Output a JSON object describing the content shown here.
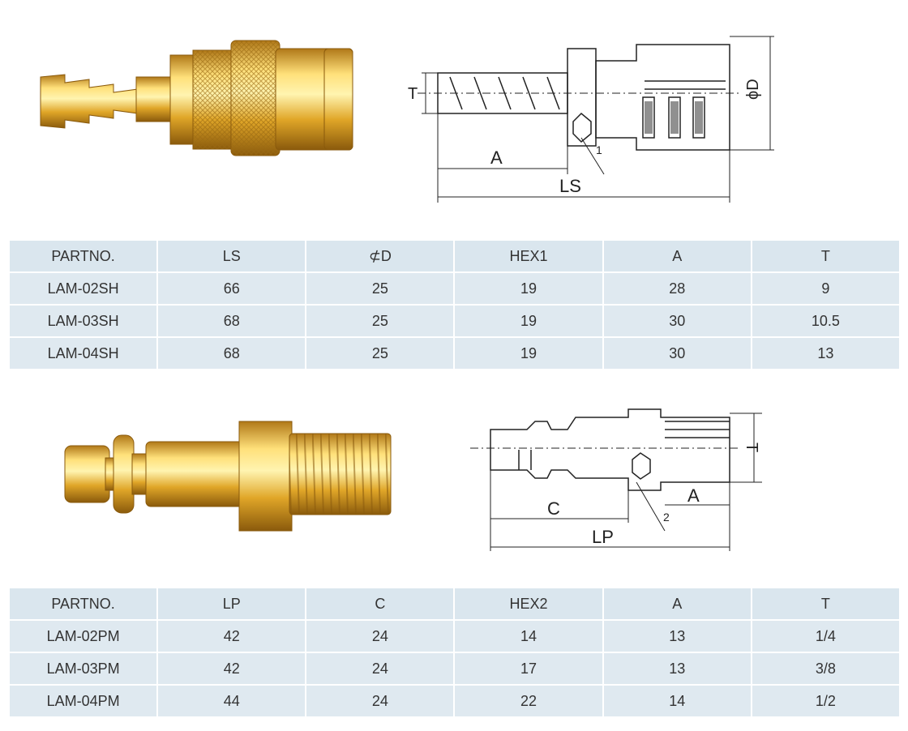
{
  "socket": {
    "diagram_labels": {
      "t": "T",
      "d": "ϕD",
      "a": "A",
      "ls": "LS",
      "hex": "1"
    },
    "table": {
      "headers": [
        "PARTNO.",
        "LS",
        "⊄D",
        "HEX1",
        "A",
        "T"
      ],
      "rows": [
        [
          "LAM-02SH",
          "66",
          "25",
          "19",
          "28",
          "9"
        ],
        [
          "LAM-03SH",
          "68",
          "25",
          "19",
          "30",
          "10.5"
        ],
        [
          "LAM-04SH",
          "68",
          "25",
          "19",
          "30",
          "13"
        ]
      ]
    }
  },
  "plug": {
    "diagram_labels": {
      "t": "T",
      "a": "A",
      "c": "C",
      "lp": "LP",
      "hex": "2"
    },
    "table": {
      "headers": [
        "PARTNO.",
        "LP",
        "C",
        "HEX2",
        "A",
        "T"
      ],
      "rows": [
        [
          "LAM-02PM",
          "42",
          "24",
          "14",
          "13",
          "1/4"
        ],
        [
          "LAM-03PM",
          "42",
          "24",
          "17",
          "13",
          "3/8"
        ],
        [
          "LAM-04PM",
          "44",
          "24",
          "22",
          "14",
          "1/2"
        ]
      ]
    }
  },
  "colors": {
    "brass_light": "#ffe27a",
    "brass_mid": "#e0a628",
    "brass_dark": "#9a6410",
    "cell_bg": "#dfe9f0"
  }
}
